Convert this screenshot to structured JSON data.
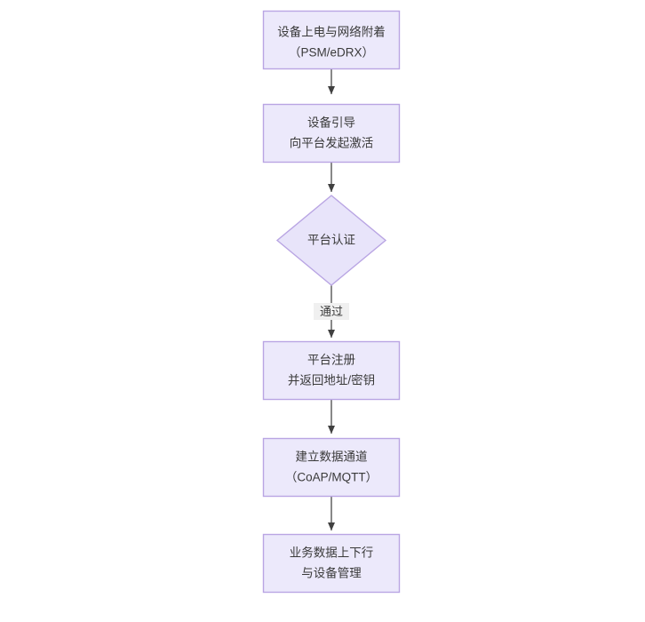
{
  "diagram": {
    "type": "flowchart",
    "orientation": "top-to-bottom",
    "background_color": "#ffffff",
    "node_fill_color": "#ece9fb",
    "node_border_color": "#b9a5e3",
    "edge_color": "#404040",
    "text_color": "#3a3a3a",
    "nodes": [
      {
        "id": "n1",
        "shape": "rectangle",
        "line1": "设备上电与网络附着",
        "line2": "（PSM/eDRX）"
      },
      {
        "id": "n2",
        "shape": "rectangle",
        "line1": "设备引导",
        "line2": "向平台发起激活"
      },
      {
        "id": "n3",
        "shape": "diamond",
        "line1": "平台认证",
        "line2": ""
      },
      {
        "id": "n4",
        "shape": "rectangle",
        "line1": "平台注册",
        "line2": "并返回地址/密钥"
      },
      {
        "id": "n5",
        "shape": "rectangle",
        "line1": "建立数据通道",
        "line2": "（CoAP/MQTT）"
      },
      {
        "id": "n6",
        "shape": "rectangle",
        "line1": "业务数据上下行",
        "line2": "与设备管理"
      }
    ],
    "edges": [
      {
        "id": "e1",
        "from": "n1",
        "to": "n2",
        "label": ""
      },
      {
        "id": "e2",
        "from": "n2",
        "to": "n3",
        "label": ""
      },
      {
        "id": "e3",
        "from": "n3",
        "to": "n4",
        "label": "通过"
      },
      {
        "id": "e4",
        "from": "n4",
        "to": "n5",
        "label": ""
      },
      {
        "id": "e5",
        "from": "n5",
        "to": "n6",
        "label": ""
      }
    ]
  }
}
